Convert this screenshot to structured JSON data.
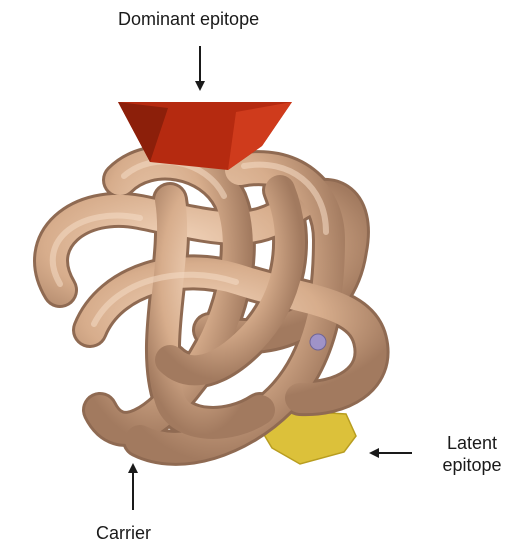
{
  "labels": {
    "dominant": "Dominant epitope",
    "latent_line1": "Latent",
    "latent_line2": "epitope",
    "carrier": "Carrier"
  },
  "colors": {
    "tube_fill": "#d7ad8c",
    "tube_light": "#f2d5bc",
    "tube_dark": "#8f6a52",
    "dominant_epitope": "#b52a10",
    "latent_epitope": "#dcc13a",
    "arrow": "#1a1a1a"
  }
}
